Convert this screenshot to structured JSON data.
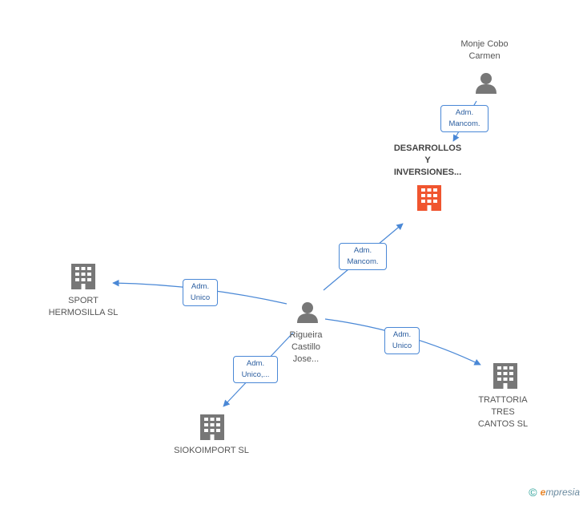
{
  "nodes": {
    "monje": {
      "lines": [
        "Monje Cobo",
        "Carmen"
      ],
      "icon": "person-icon"
    },
    "desarrollos": {
      "lines": [
        "DESARROLLOS",
        "Y",
        "INVERSIONES..."
      ],
      "icon": "building-icon",
      "color": "#f0552f"
    },
    "rigueira": {
      "lines": [
        "Rigueira",
        "Castillo",
        "Jose..."
      ],
      "icon": "person-icon"
    },
    "sport": {
      "lines": [
        "SPORT",
        "HERMOSILLA SL"
      ],
      "icon": "building-icon"
    },
    "trattoria": {
      "lines": [
        "TRATTORIA",
        "TRES",
        "CANTOS SL"
      ],
      "icon": "building-icon"
    },
    "siokoimport": {
      "lines": [
        "SIOKOIMPORT SL"
      ],
      "icon": "building-icon"
    }
  },
  "edges": {
    "monje_desarrollos": {
      "lines": [
        "Adm.",
        "Mancom."
      ]
    },
    "rigueira_desarrollos": {
      "lines": [
        "Adm.",
        "Mancom."
      ]
    },
    "rigueira_sport": {
      "lines": [
        "Adm.",
        "Unico"
      ]
    },
    "rigueira_trattoria": {
      "lines": [
        "Adm.",
        "Unico"
      ]
    },
    "rigueira_siokoimport": {
      "lines": [
        "Adm.",
        "Unico,..."
      ]
    }
  },
  "colors": {
    "edge": "#4a88d6",
    "node": "#777777",
    "highlight": "#f0552f"
  },
  "footer": {
    "copyright": "©",
    "brand_first": "e",
    "brand_rest": "mpresia"
  }
}
